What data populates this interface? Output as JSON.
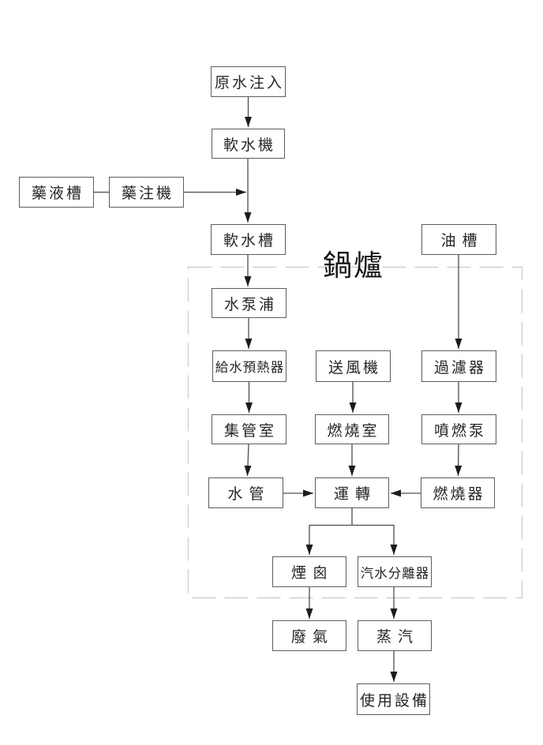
{
  "boiler_label": "鍋爐",
  "nodes": {
    "raw_water_inlet": "原水注入",
    "water_softener": "軟水機",
    "chemical_tank": "藥液槽",
    "chemical_injector": "藥注機",
    "soft_water_tank": "軟水槽",
    "oil_tank": "油槽",
    "water_pump": "水泵浦",
    "feedwater_preheater": "給水預熱器",
    "blower": "送風機",
    "filter": "過濾器",
    "header_chamber": "集管室",
    "combustion_chamber": "燃燒室",
    "burner_pump": "噴燃泵",
    "water_tubes": "水管",
    "operation": "運轉",
    "burner": "燃燒器",
    "chimney": "煙囪",
    "steam_water_separator": "汽水分離器",
    "exhaust_gas": "廢氣",
    "steam": "蒸汽",
    "consuming_equipment": "使用設備"
  },
  "edges": [
    {
      "from": "原水注入",
      "to": "軟水機",
      "arrow": true
    },
    {
      "from": "藥液槽",
      "to": "藥注機",
      "arrow": false
    },
    {
      "from": "藥注機",
      "to": "軟水槽",
      "arrow": true
    },
    {
      "from": "軟水機",
      "to": "軟水槽",
      "arrow": true
    },
    {
      "from": "軟水槽",
      "to": "水泵浦",
      "arrow": true
    },
    {
      "from": "水泵浦",
      "to": "給水預熱器",
      "arrow": true
    },
    {
      "from": "給水預熱器",
      "to": "集管室",
      "arrow": true
    },
    {
      "from": "集管室",
      "to": "水管",
      "arrow": true
    },
    {
      "from": "送風機",
      "to": "燃燒室",
      "arrow": true
    },
    {
      "from": "燃燒室",
      "to": "運轉",
      "arrow": true
    },
    {
      "from": "油槽",
      "to": "過濾器",
      "arrow": true
    },
    {
      "from": "過濾器",
      "to": "噴燃泵",
      "arrow": true
    },
    {
      "from": "噴燃泵",
      "to": "燃燒器",
      "arrow": true
    },
    {
      "from": "水管",
      "to": "運轉",
      "arrow": true
    },
    {
      "from": "燃燒器",
      "to": "運轉",
      "arrow": true
    },
    {
      "from": "運轉",
      "to": "煙囪",
      "arrow": true
    },
    {
      "from": "運轉",
      "to": "汽水分離器",
      "arrow": true
    },
    {
      "from": "煙囪",
      "to": "廢氣",
      "arrow": true
    },
    {
      "from": "汽水分離器",
      "to": "蒸汽",
      "arrow": true
    },
    {
      "from": "蒸汽",
      "to": "使用設備",
      "arrow": true
    }
  ],
  "colors": {
    "line": "#4d4d4d",
    "box_border": "#5d5d5d",
    "dashed_boundary": "#cfcfcf",
    "text": "#262626",
    "background": "#ffffff"
  }
}
